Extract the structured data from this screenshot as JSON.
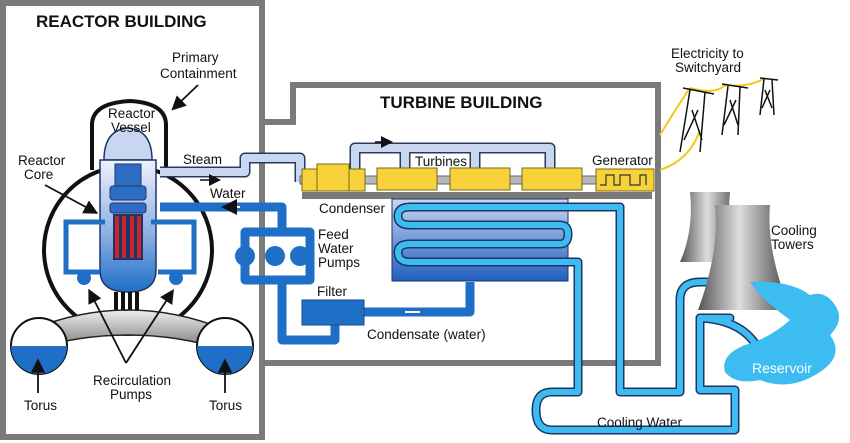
{
  "title": "Boiling Water Reactor Diagram",
  "buildings": {
    "reactor": "REACTOR BUILDING",
    "turbine": "TURBINE BUILDING"
  },
  "labels": {
    "primary_containment": [
      "Primary",
      "Containment"
    ],
    "reactor_vessel": [
      "Reactor",
      "Vessel"
    ],
    "reactor_core": [
      "Reactor",
      "Core"
    ],
    "steam": "Steam",
    "water": "Water",
    "turbines": "Turbines",
    "generator": "Generator",
    "condenser": "Condenser",
    "feed_water_pumps": [
      "Feed",
      "Water",
      "Pumps"
    ],
    "filter": "Filter",
    "condensate": "Condensate (water)",
    "electricity": [
      "Electricity to",
      "Switchyard"
    ],
    "cooling_towers": [
      "Cooling",
      "Towers"
    ],
    "reservoir": "Reservoir",
    "cooling_water": "Cooling Water",
    "recirculation_pumps": [
      "Recirculation",
      "Pumps"
    ],
    "torus_left": "Torus",
    "torus_right": "Torus"
  },
  "colors": {
    "building_wall": "#7a7a7a",
    "steam_pipe": "#c9d6ef",
    "water_pipe": "#1f6fc6",
    "cooling_water": "#3cbcf0",
    "turbine_yellow": "#f7d23a",
    "fuel_rod": "#c8242a",
    "power_line": "#f2c91d"
  }
}
